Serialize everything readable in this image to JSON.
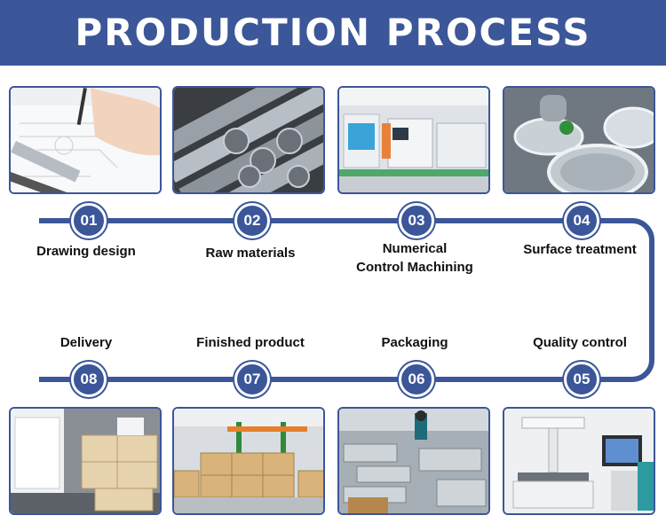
{
  "header": {
    "title": "PRODUCTION PROCESS"
  },
  "colors": {
    "accent": "#3b5699",
    "text": "#111111"
  },
  "steps": [
    {
      "number": "01",
      "label": "Drawing design",
      "photo": "drawing-photo"
    },
    {
      "number": "02",
      "label": "Raw materials",
      "photo": "steel-bars-photo"
    },
    {
      "number": "03",
      "label_line1": "Numerical",
      "label_line2": "Control Machining",
      "photo": "cnc-workshop-photo"
    },
    {
      "number": "04",
      "label": "Surface treatment",
      "photo": "polishing-photo"
    },
    {
      "number": "05",
      "label": "Quality control",
      "photo": "measuring-machine-photo"
    },
    {
      "number": "06",
      "label": "Packaging",
      "photo": "packaging-line-photo"
    },
    {
      "number": "07",
      "label": "Finished product",
      "photo": "warehouse-boxes-photo"
    },
    {
      "number": "08",
      "label": "Delivery",
      "photo": "truck-loading-photo"
    }
  ]
}
